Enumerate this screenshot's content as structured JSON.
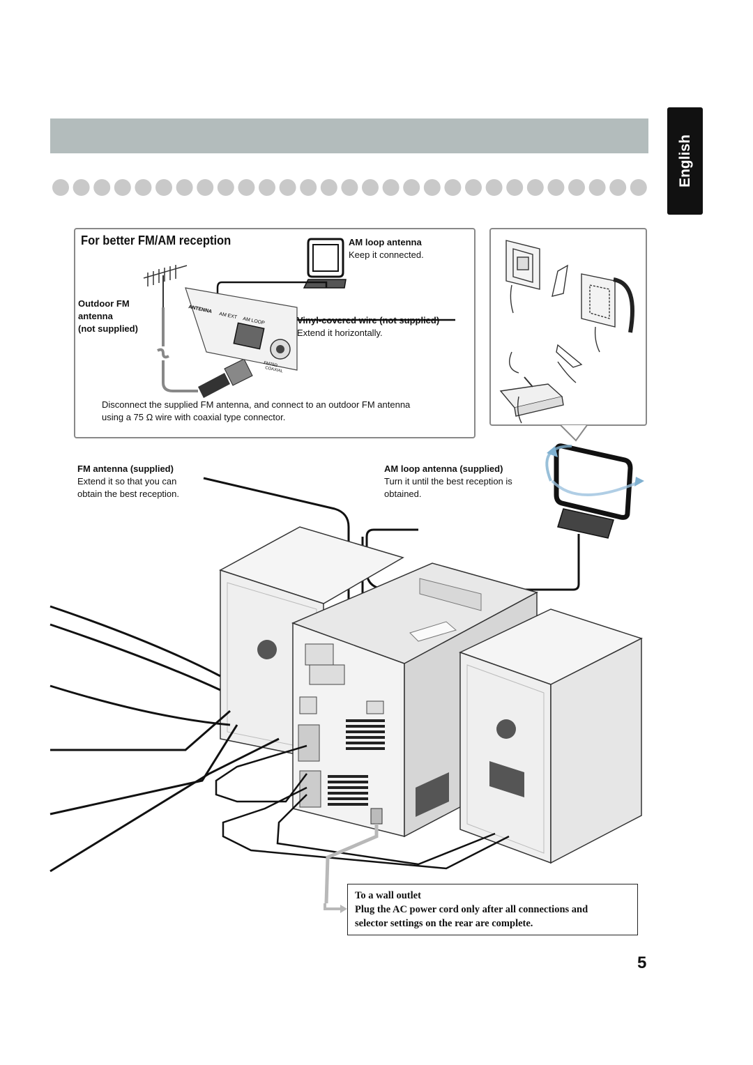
{
  "side_tab": {
    "language": "English"
  },
  "reception": {
    "title": "For better FM/AM reception",
    "am_loop": {
      "heading": "AM loop antenna",
      "note": "Keep it connected."
    },
    "outdoor_fm": {
      "line1": "Outdoor FM",
      "line2": "antenna",
      "line3": "(not supplied)"
    },
    "vinyl_wire": {
      "heading": "Vinyl-covered wire (not supplied)",
      "note": "Extend it horizontally."
    },
    "jack_labels": {
      "antenna": "ANTENNA",
      "am_ext": "AM EXT",
      "am_loop": "AM LOOP",
      "fm75": "FM75Ω",
      "coaxial": "COAXIAL"
    },
    "instruction_line1": "Disconnect the supplied FM antenna, and connect to an outdoor FM antenna",
    "instruction_line2": "using a 75 Ω wire with coaxial type connector."
  },
  "fm_supplied": {
    "heading": "FM antenna (supplied)",
    "line1": "Extend it so that you can",
    "line2": "obtain the best reception."
  },
  "am_supplied": {
    "heading": "AM loop antenna (supplied)",
    "line1": "Turn it until the best reception is",
    "line2": "obtained."
  },
  "outlet": {
    "heading": "To a wall outlet",
    "line1": "Plug the AC power cord only after all connections and",
    "line2": "selector settings on the rear are complete."
  },
  "page_number": "5",
  "colors": {
    "banner": "#b3bcbc",
    "dot": "#c9c9c9",
    "tab": "#111111"
  }
}
